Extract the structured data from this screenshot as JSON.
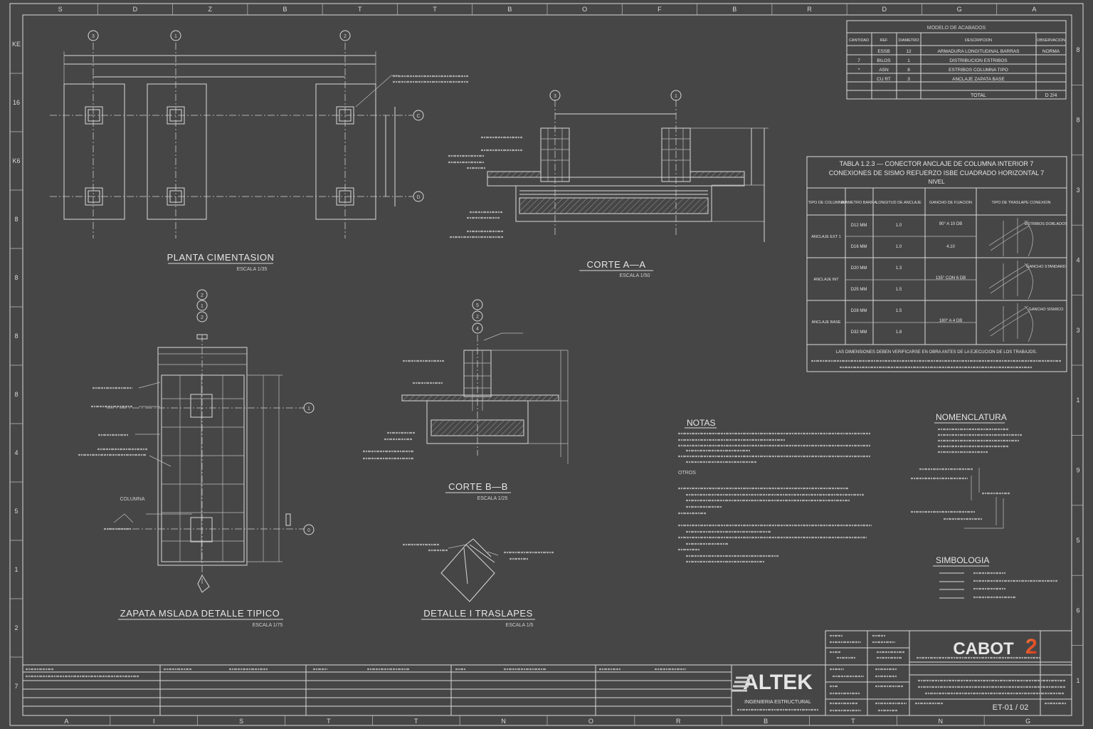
{
  "rulers": {
    "top": [
      "S",
      "D",
      "Z",
      "B",
      "T",
      "T",
      "B",
      "O",
      "F",
      "B",
      "R",
      "D",
      "G",
      "A"
    ],
    "bottom": [
      "A",
      "I",
      "S",
      "T",
      "T",
      "N",
      "O",
      "R",
      "B",
      "T",
      "N",
      "G"
    ],
    "left": [
      "KE",
      "16",
      "K6",
      "8",
      "8",
      "8",
      "8",
      "4",
      "5",
      "1",
      "2",
      "7"
    ],
    "right": [
      "8",
      "8",
      "3",
      "4",
      "3",
      "1",
      "9",
      "5",
      "6",
      "1"
    ]
  },
  "views": {
    "planta": {
      "title": "PLANTA CIMENTASION",
      "scale": "ESCALA 1/35",
      "axes": [
        "3",
        "1",
        "2",
        "C",
        "D"
      ]
    },
    "corte_aa": {
      "title": "CORTE A—A",
      "scale": "ESCALA 1/50",
      "axes": [
        "3",
        "1"
      ]
    },
    "zapata": {
      "title": "ZAPATA MSLADA DETALLE TIPICO",
      "scale": "ESCALA 1/75",
      "axes": [
        "2",
        "1",
        "2",
        "1",
        "0"
      ],
      "label_column": "COLUMNA"
    },
    "corte_bb": {
      "title": "CORTE B—B",
      "scale": "ESCALA 1/25",
      "axes": [
        "5",
        "2",
        "4"
      ]
    },
    "detalle": {
      "title": "DETALLE I TRASLAPES",
      "scale": "ESCALA 1/5"
    }
  },
  "schedule_table": {
    "title": "MODELO DE ACABADOS",
    "headers": [
      "CANTIDAD",
      "REF",
      "DIAMETRO",
      "DESCRIPCION",
      "OBSERVACION"
    ],
    "rows": [
      [
        "",
        "ESSB",
        "12",
        "ARMADURA LONGITUDINAL BARRAS",
        "NORMA"
      ],
      [
        "7",
        "BILOS",
        "1",
        "DISTRIBUCION ESTRIBOS",
        ""
      ],
      [
        "*",
        "ASN",
        "8",
        "ESTRIBOS COLUMNA TIPO",
        ""
      ],
      [
        "",
        "CU RT",
        "3",
        "ANCLAJE ZAPATA BASE",
        ""
      ]
    ],
    "total_label": "TOTAL",
    "total_value": "D 2/4"
  },
  "anchorage_table": {
    "title_line1": "TABLA 1.2.3 — CONECTOR ANCLAJE DE COLUMNA INTERIOR 7",
    "title_line2": "CONEXIONES DE SISMO REFUERZO ISBE CUADRADO HORIZONTAL 7",
    "title_line3": "NIVEL",
    "headers": [
      "TIPO DE COLUMNA",
      "DIAMETRO BARRA",
      "LONGITUD DE ANCLAJE",
      "GANCHO DE FIJACION",
      "TIPO DE TRASLAPE CONEXION"
    ],
    "groups": [
      {
        "type": "ANCLAJE EXT 1",
        "rows": [
          [
            "D12 MM",
            "1.0"
          ],
          [
            "D16 MM",
            "1.0"
          ]
        ],
        "hook": "90° A 10 DB",
        "hook2": "4.10",
        "note": "ESTRIBOS DOBLADOS"
      },
      {
        "type": "ANCLAJE INT",
        "rows": [
          [
            "D20 MM",
            "1.3"
          ],
          [
            "D25 MM",
            "1.5"
          ]
        ],
        "hook": "135° CON 6 DB",
        "note": "GANCHO STANDARD"
      },
      {
        "type": "ANCLAJE BASE",
        "rows": [
          [
            "D28 MM",
            "1.5"
          ],
          [
            "D32 MM",
            "1.8"
          ]
        ],
        "hook": "180° A 4 DB",
        "note": "GANCHO SISMICO"
      }
    ],
    "footnote": "LAS DIMENSIONES DEBEN VERIFICARSE EN OBRA ANTES DE LA EJECUCION DE LOS TRABAJOS."
  },
  "notes": {
    "title": "NOTAS",
    "section2": "OTROS"
  },
  "nomenclature": {
    "title": "NOMENCLATURA"
  },
  "symbology": {
    "title": "SIMBOLOGIA"
  },
  "title_block": {
    "company_logo": "ALTEK",
    "company_sub": "INGENIERIA ESTRUCTURAL",
    "client_logo": "CABOT",
    "client_mark": "2",
    "sheet_code": "ET-01 / 02"
  },
  "colors": {
    "background": "#464646",
    "line": "#d9d9d9",
    "accent": "#e0552a"
  }
}
